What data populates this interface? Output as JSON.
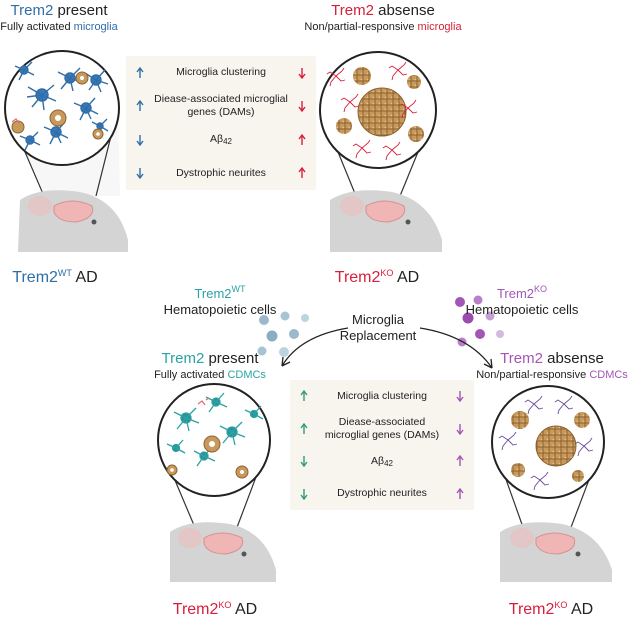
{
  "colors": {
    "blue": "#2f6ea8",
    "red": "#d81e3a",
    "teal": "#2aa3a3",
    "green": "#2e9d7a",
    "purple": "#a356b5",
    "panel": "#f8f4ee",
    "mouse": "#cfcfcf"
  },
  "top_left": {
    "title_gene": "Trem2",
    "title_rest": " present",
    "subtitle_pre": "Fully activated ",
    "subtitle_word": "microglia",
    "label_gene": "Trem2",
    "label_sup": "WT",
    "label_rest": " AD"
  },
  "top_right": {
    "title_gene": "Trem2",
    "title_rest": " absense",
    "subtitle_pre": "Non/partial-responsive ",
    "subtitle_word": "microglia",
    "label_gene": "Trem2",
    "label_sup": "KO",
    "label_rest": " AD"
  },
  "top_panel": {
    "rows": [
      {
        "text": "Microglia clustering",
        "left": "up",
        "right": "down"
      },
      {
        "text": "Diease-associated microglial genes (DAMs)",
        "left": "up",
        "right": "down"
      },
      {
        "text_main": "Aβ",
        "text_sub": "42",
        "left": "down",
        "right": "up"
      },
      {
        "text": "Dystrophic neurites",
        "left": "down",
        "right": "up"
      }
    ]
  },
  "middle": {
    "left_gene": "Trem2",
    "left_sup": "WT",
    "left_cells": "Hematopoietic cells",
    "right_gene": "Trem2",
    "right_sup": "KO",
    "right_cells": "Hematopoietic cells",
    "replacement_line1": "Microglia",
    "replacement_line2": "Replacement"
  },
  "bottom_left": {
    "title_gene": "Trem2",
    "title_rest": " present",
    "subtitle_pre": "Fully activated ",
    "subtitle_word": "CDMCs",
    "label_gene": "Trem2",
    "label_sup": "KO",
    "label_rest": " AD"
  },
  "bottom_right": {
    "title_gene": "Trem2",
    "title_rest": " absense",
    "subtitle_pre": "Non/partial-responsive ",
    "subtitle_word": "CDMCs",
    "label_gene": "Trem2",
    "label_sup": "KO",
    "label_rest": " AD"
  },
  "bottom_panel": {
    "rows": [
      {
        "text": "Microglia clustering",
        "left": "up",
        "right": "down"
      },
      {
        "text": "Diease-associated microglial genes (DAMs)",
        "left": "up",
        "right": "down"
      },
      {
        "text_main": "Aβ",
        "text_sub": "42",
        "left": "down",
        "right": "up"
      },
      {
        "text": "Dystrophic neurites",
        "left": "down",
        "right": "up"
      }
    ]
  }
}
